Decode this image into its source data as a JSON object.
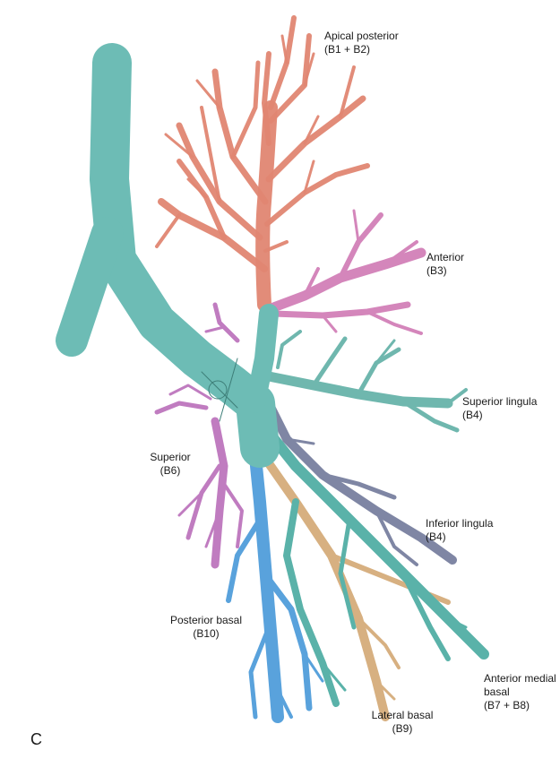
{
  "colors": {
    "trachea": "#6dbcb5",
    "apical_posterior": "#e08672",
    "anterior": "#d486bb",
    "superior_lingula": "#6fb7ae",
    "inferior_lingula": "#7f86a4",
    "superior": "#c07cc0",
    "posterior_basal": "#59a2dc",
    "lateral_basal": "#d7b081",
    "anterior_medial_basal": "#5ab2a9"
  },
  "labels": {
    "apical_posterior": {
      "line1": "Apical posterior",
      "line2": "(B1 + B2)"
    },
    "anterior": {
      "line1": "Anterior",
      "line2": "(B3)"
    },
    "superior_lingula": {
      "line1": "Superior lingula",
      "line2": "(B4)"
    },
    "superior": {
      "line1": "Superior",
      "line2": "(B6)"
    },
    "inferior_lingula": {
      "line1": "Inferior lingula",
      "line2": "(B4)"
    },
    "posterior_basal": {
      "line1": "Posterior basal",
      "line2": "(B10)"
    },
    "anterior_medial_basal": {
      "line1": "Anterior medial",
      "line2": "basal",
      "line3": "(B7 + B8)"
    },
    "lateral_basal": {
      "line1": "Lateral basal",
      "line2": "(B9)"
    }
  },
  "panel_letter": "C"
}
